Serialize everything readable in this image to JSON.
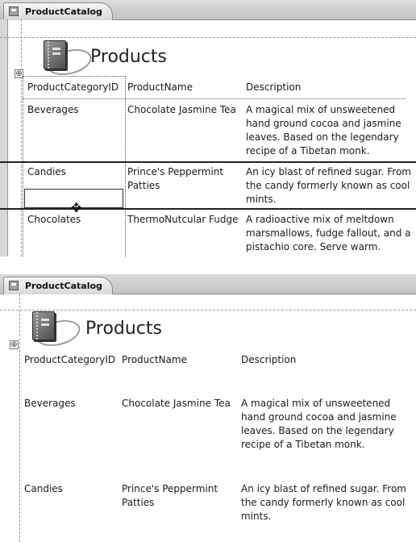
{
  "tab_label": "ProductCatalog",
  "report_title": "Products",
  "move_handle_glyph": "⊕",
  "columns": [
    "ProductCategoryID",
    "ProductName",
    "Description"
  ],
  "rows": [
    {
      "category": "Beverages",
      "name": [
        "Chocolate Jasmine Tea"
      ],
      "description": [
        "A magical mix of unsweetened",
        "hand ground cocoa and jasmine",
        "leaves. Based on the legendary",
        "recipe of a Tibetan monk."
      ]
    },
    {
      "category": "Candies",
      "name": [
        "Prince's Peppermint",
        "Patties"
      ],
      "description": [
        "An icy blast of refined sugar. From",
        "the candy formerly known as cool",
        "mints."
      ]
    },
    {
      "category": "Chocolates",
      "name": [
        "ThermoNutcular Fudge"
      ],
      "description": [
        "A radioactive mix of meltdown",
        "marsmallows, fudge fallout, and a",
        "pistachio core. Serve warm."
      ]
    }
  ],
  "cursor_glyph": "✥"
}
